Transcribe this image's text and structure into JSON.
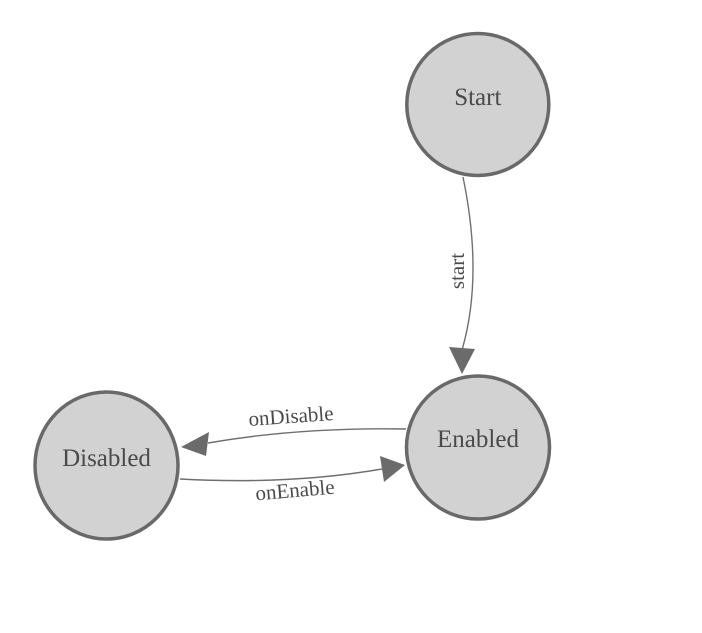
{
  "diagram": {
    "type": "state-machine",
    "colors": {
      "background": "#ffffff",
      "node_fill": "#d2d2d2",
      "node_border": "#696969",
      "edge_line": "#6f6f6f",
      "arrow_fill": "#6b6b6b",
      "label_text": "#4a4a4a"
    },
    "nodes": [
      {
        "id": "start",
        "label": "Start"
      },
      {
        "id": "enabled",
        "label": "Enabled"
      },
      {
        "id": "disabled",
        "label": "Disabled"
      }
    ],
    "edges": [
      {
        "id": "start-to-enabled",
        "from": "Start",
        "to": "Enabled",
        "label": "start"
      },
      {
        "id": "enabled-to-disabled",
        "from": "Enabled",
        "to": "Disabled",
        "label": "onDisable"
      },
      {
        "id": "disabled-to-enabled",
        "from": "Disabled",
        "to": "Enabled",
        "label": "onEnable"
      }
    ]
  }
}
